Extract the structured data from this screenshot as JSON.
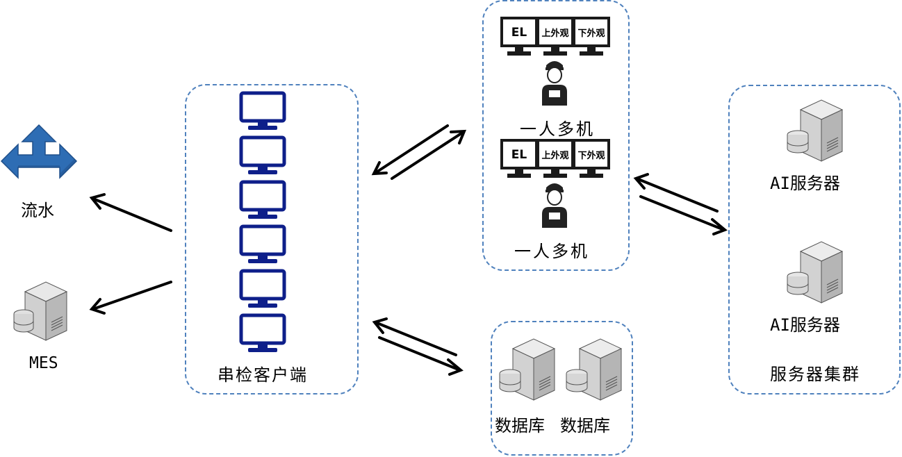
{
  "diagram": {
    "nodes": {
      "pipeline": {
        "label": "流水",
        "icon": "four-way-arrow-icon"
      },
      "mes": {
        "label": "MES",
        "icon": "server-icon"
      },
      "string_client": {
        "label": "串检客户端",
        "icon": "monitor-icon",
        "monitor_count": 6
      },
      "operator_station_1": {
        "label": "一人多机",
        "screens": [
          "EL",
          "上外观",
          "下外观"
        ],
        "icon": "operator-icon"
      },
      "operator_station_2": {
        "label": "一人多机",
        "screens": [
          "EL",
          "上外观",
          "下外观"
        ],
        "icon": "operator-icon"
      },
      "database_group": {
        "labels": [
          "数据库",
          "数据库"
        ],
        "icon": "server-icon"
      },
      "server_cluster": {
        "label": "服务器集群",
        "servers": [
          "AI服务器",
          "AI服务器"
        ],
        "icon": "server-icon"
      }
    },
    "edges": [
      {
        "from": "串检客户端",
        "to": "流水",
        "type": "one-way"
      },
      {
        "from": "串检客户端",
        "to": "MES",
        "type": "one-way"
      },
      {
        "from": "串检客户端",
        "to": "一人多机",
        "type": "two-way"
      },
      {
        "from": "一人多机",
        "to": "服务器集群",
        "type": "two-way"
      },
      {
        "from": "串检客户端",
        "to": "数据库",
        "type": "two-way"
      }
    ],
    "colors": {
      "group_border": "#4f81bd",
      "monitor": "#0e1f8a",
      "arrow_blue": "#2e6db4",
      "screen_black": "#1a1a1a"
    }
  }
}
